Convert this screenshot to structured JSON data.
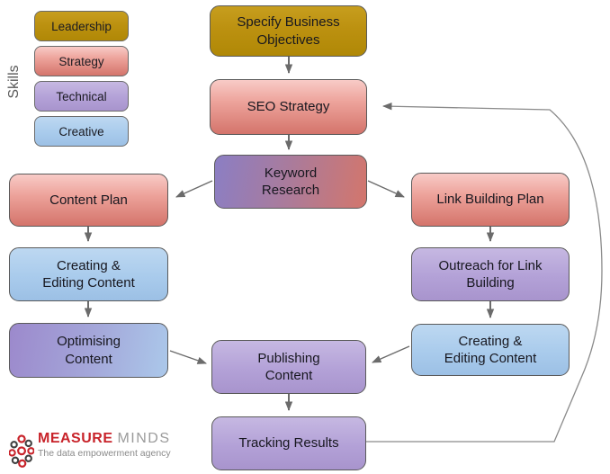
{
  "legend": {
    "title": "Skills",
    "items": [
      {
        "label": "Leadership",
        "color": "#bc9110"
      },
      {
        "label": "Strategy",
        "color": "#e8948c"
      },
      {
        "label": "Technical",
        "color": "#b3a1d7"
      },
      {
        "label": "Creative",
        "color": "#a9cbec"
      }
    ]
  },
  "flow": {
    "nodes": {
      "specify": {
        "label": [
          "Specify Business",
          "Objectives"
        ],
        "skill": "Leadership",
        "fill": "#bc9110"
      },
      "seo_strategy": {
        "label": "SEO Strategy",
        "skill": "Strategy",
        "fill": "#e8948c"
      },
      "keyword": {
        "label": [
          "Keyword",
          "Research"
        ],
        "skill": "Technical + Strategy",
        "fill": "#8b7ec4-#d3766c"
      },
      "content_plan": {
        "label": "Content Plan",
        "skill": "Strategy",
        "fill": "#e8948c"
      },
      "creating_left": {
        "label": [
          "Creating &",
          "Editing Content"
        ],
        "skill": "Creative",
        "fill": "#a9cbec"
      },
      "optimising": {
        "label": [
          "Optimising",
          "Content"
        ],
        "skill": "Technical + Creative",
        "fill": "#9c89cc-#abc8ea"
      },
      "link_plan": {
        "label": "Link Building Plan",
        "skill": "Strategy",
        "fill": "#e8948c"
      },
      "outreach": {
        "label": [
          "Outreach for Link",
          "Building"
        ],
        "skill": "Technical",
        "fill": "#b3a1d7"
      },
      "creating_right": {
        "label": [
          "Creating &",
          "Editing Content"
        ],
        "skill": "Creative",
        "fill": "#a9cbec"
      },
      "publishing": {
        "label": [
          "Publishing",
          "Content"
        ],
        "skill": "Technical",
        "fill": "#b3a1d7"
      },
      "tracking": {
        "label": "Tracking Results",
        "skill": "Technical",
        "fill": "#b3a1d7"
      }
    },
    "edges": [
      "Specify Business Objectives -> SEO Strategy",
      "SEO Strategy -> Keyword Research",
      "Keyword Research -> Content Plan",
      "Keyword Research -> Link Building Plan",
      "Content Plan -> Creating & Editing Content",
      "Creating & Editing Content -> Optimising Content",
      "Optimising Content -> Publishing Content",
      "Link Building Plan -> Outreach for Link Building",
      "Outreach for Link Building -> Creating & Editing Content",
      "Creating & Editing Content -> Publishing Content",
      "Publishing Content -> Tracking Results",
      "Tracking Results -> SEO Strategy (feedback loop)"
    ]
  },
  "logo": {
    "brand_primary": "MEASURE",
    "brand_secondary": "MINDS",
    "tagline": "The data empowerment agency",
    "primary_color": "#c8232a",
    "secondary_color": "#9b9b9b"
  }
}
